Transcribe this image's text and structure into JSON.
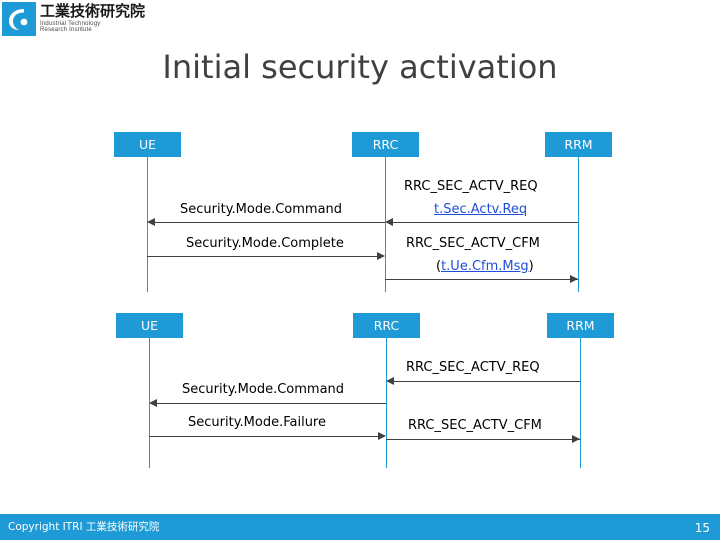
{
  "logo": {
    "cn": "工業技術研究院",
    "en_line1": "Industrial Technology",
    "en_line2": "Research Institute",
    "color": "#1e9ad6"
  },
  "title": "Initial security activation",
  "footer": {
    "copyright": "Copyright ITRI 工業技術研究院",
    "page_number": "15",
    "bar_color": "#1e9ad6"
  },
  "diagram": {
    "type": "sequence",
    "accent_color": "#1e9ad6",
    "link_color": "#1f4fd8",
    "blocks": [
      {
        "actors": [
          "UE",
          "RRC",
          "RRM"
        ],
        "messages": [
          {
            "text": "RRC_SEC_ACTV_REQ",
            "from": "RRM",
            "to": "RRC",
            "style": "plain"
          },
          {
            "text": "t.Sec.Actv.Req",
            "from": "RRM",
            "to": "RRC",
            "style": "link"
          },
          {
            "text": "Security.Mode.Command",
            "from": "RRC",
            "to": "UE",
            "style": "plain"
          },
          {
            "text": "Security.Mode.Complete",
            "from": "UE",
            "to": "RRC",
            "style": "plain"
          },
          {
            "text": "RRC_SEC_ACTV_CFM",
            "from": "RRC",
            "to": "RRM",
            "style": "plain"
          },
          {
            "text": "t.Ue.Cfm.Msg",
            "prefix": "(",
            "suffix": ")",
            "from": "RRC",
            "to": "RRM",
            "style": "link"
          }
        ]
      },
      {
        "actors": [
          "UE",
          "RRC",
          "RRM"
        ],
        "messages": [
          {
            "text": "RRC_SEC_ACTV_REQ",
            "from": "RRM",
            "to": "RRC",
            "style": "plain"
          },
          {
            "text": "Security.Mode.Command",
            "from": "RRC",
            "to": "UE",
            "style": "plain"
          },
          {
            "text": "Security.Mode.Failure",
            "from": "UE",
            "to": "RRC",
            "style": "plain"
          },
          {
            "text": "RRC_SEC_ACTV_CFM",
            "from": "RRC",
            "to": "RRM",
            "style": "plain"
          }
        ]
      }
    ]
  }
}
